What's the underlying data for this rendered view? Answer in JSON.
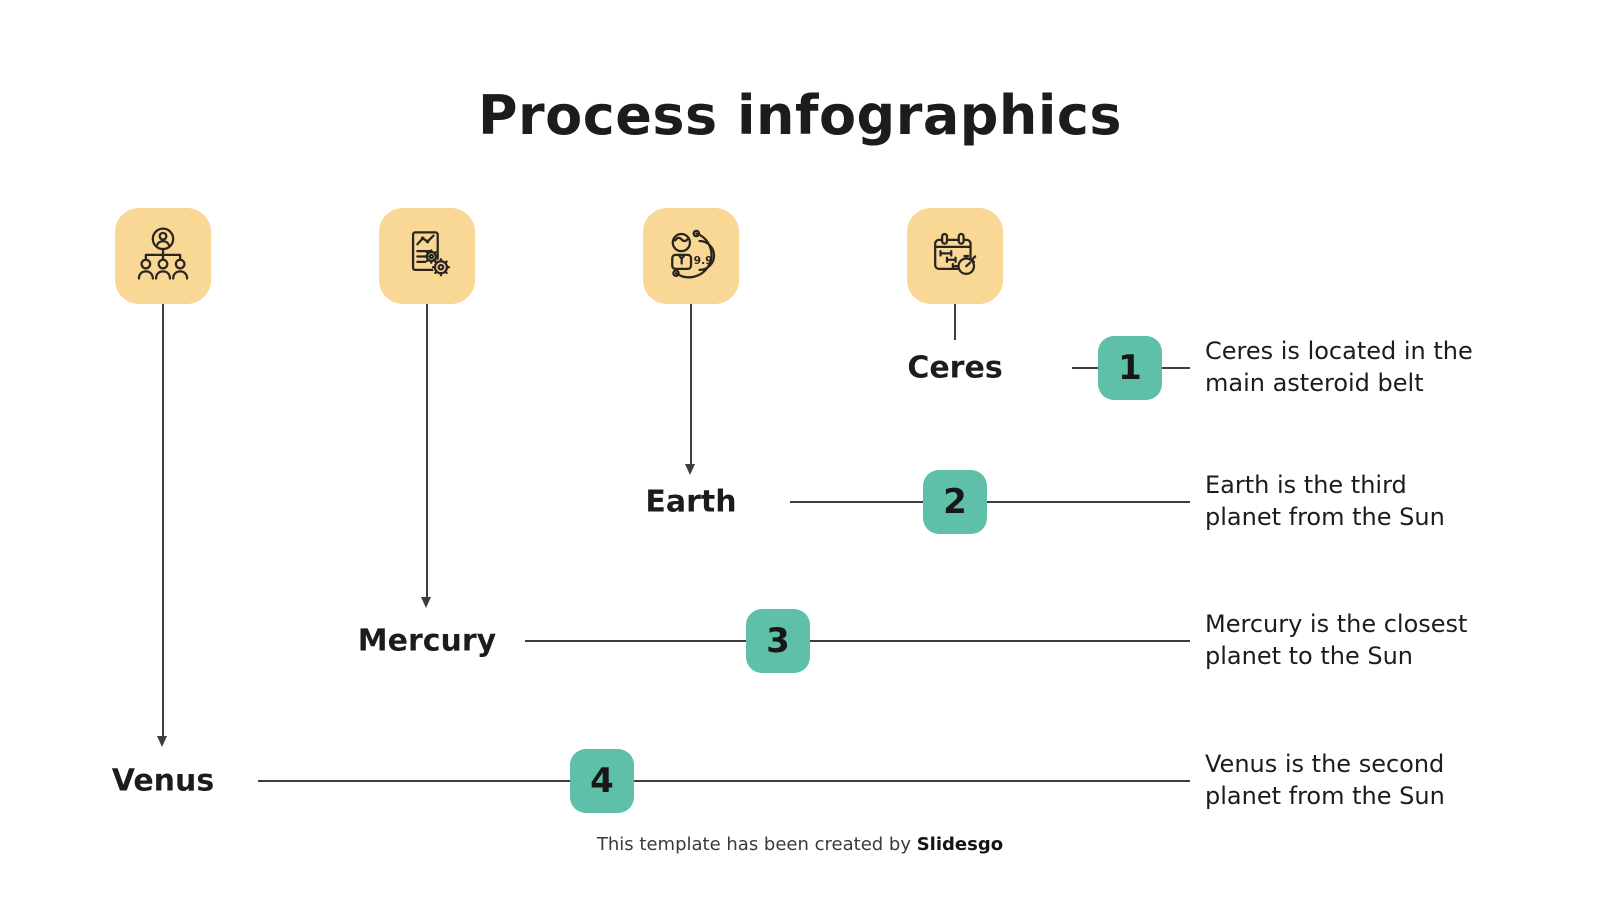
{
  "slide": {
    "title": "Process infographics",
    "footer_prefix": "This template has been created by ",
    "footer_brand": "Slidesgo"
  },
  "colors": {
    "icon_box_bg": "#F9D795",
    "badge_bg": "#5EC0A9",
    "connector": "#3D3D3D",
    "text": "#1C1C1C"
  },
  "steps": [
    {
      "number": "1",
      "planet": "Ceres",
      "desc_line1": "Ceres is located in the",
      "desc_line2": "main asteroid belt",
      "icon": "schedule-stopwatch-icon"
    },
    {
      "number": "2",
      "planet": "Earth",
      "desc_line1": "Earth is the third",
      "desc_line2": "planet from the Sun",
      "icon": "customer-rating-icon"
    },
    {
      "number": "3",
      "planet": "Mercury",
      "desc_line1": "Mercury is the closest",
      "desc_line2": "planet to the Sun",
      "icon": "report-gears-icon"
    },
    {
      "number": "4",
      "planet": "Venus",
      "desc_line1": "Venus is the second",
      "desc_line2": "planet from the Sun",
      "icon": "org-chart-icon"
    }
  ]
}
